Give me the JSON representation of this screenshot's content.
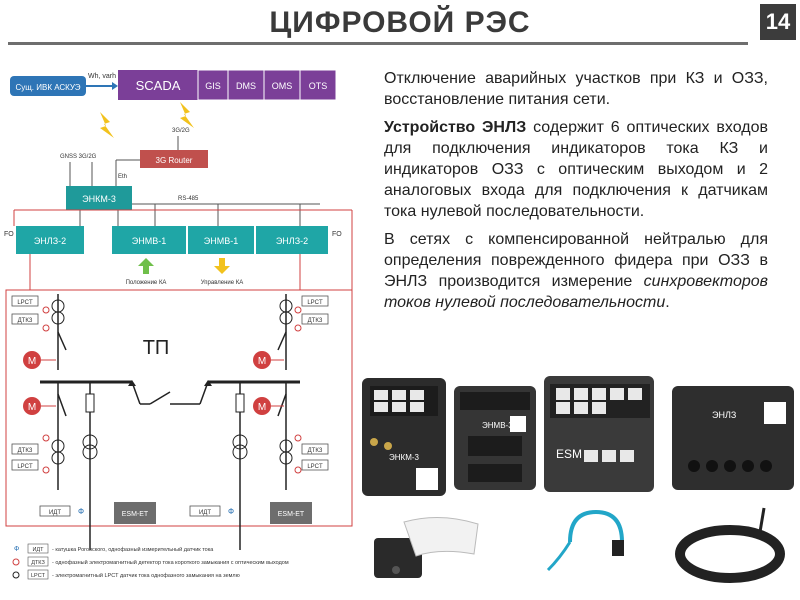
{
  "header": {
    "title": "ЦИФРОВОЙ РЭС",
    "page_number": "14"
  },
  "text": {
    "p1": "Отключение аварийных участков при КЗ и ОЗЗ, восстановление питания сети.",
    "p2_bold": "Устройство ЭНЛЗ",
    "p2_rest": " содержит 6 оптических входов для подключения индикаторов тока КЗ и индикаторов ОЗЗ с оптическим выходом и 2 аналоговых входа для подключения к датчикам тока нулевой последовательности.",
    "p3_pre": "В сетях с компенсированной нейтралью для определения поврежденного фидера при ОЗЗ в ЭНЛЗ производится измерение ",
    "p3_italic": "синхровекторов токов нулевой последовательности",
    "p3_post": "."
  },
  "diagram": {
    "ext_box": "Сущ. ИВК АСКУЭ",
    "link_label": "Wh, varh",
    "scada": "SCADA",
    "systems": [
      "GIS",
      "DMS",
      "OMS",
      "OTS"
    ],
    "router_net": "3G/2G",
    "router": "3G Router",
    "gnss": "GNSS 3G/2G",
    "eth": "Eth",
    "enkm": "ЭНКМ-3",
    "rs485": "RS-485",
    "fo_left": "FO",
    "fo_right": "FO",
    "modules": [
      "ЭНЛЗ-2",
      "ЭНМВ-1",
      "ЭНМВ-1",
      "ЭНЛЗ-2"
    ],
    "input_label": "Положение КА",
    "output_label": "Управление КА",
    "tp": "ТП",
    "lpct": "LPCT",
    "dtkz": "ДТКЗ",
    "motor": "M",
    "idt": "ИДТ",
    "phi": "Ф",
    "esm": "ESM-ET",
    "legend": [
      {
        "symbol": "ИДТ",
        "text": "- катушка Роговского, однофазный измерительный датчик тока"
      },
      {
        "symbol": "ДТКЗ",
        "text": "- однофазный электромагнитный детектор тока короткого замыкания с оптическим выходом"
      },
      {
        "symbol": "LPCT",
        "text": "- электромагнитный LPCT датчик тока однофазного замыкания на землю"
      }
    ]
  },
  "photos": {
    "device1": "ЭНКМ-3",
    "device2": "ЭНМВ-3",
    "device3": "ESM",
    "device4": "ЭНЛЗ"
  },
  "colors": {
    "scada": "#7b3f98",
    "enkm": "#1f9a9a",
    "module": "#1fa6a6",
    "router": "#c0504d",
    "ext_box": "#2e75b6",
    "red_line": "#d04040",
    "input_arrow": "#6fbf4a",
    "output_arrow": "#f2c21d"
  }
}
